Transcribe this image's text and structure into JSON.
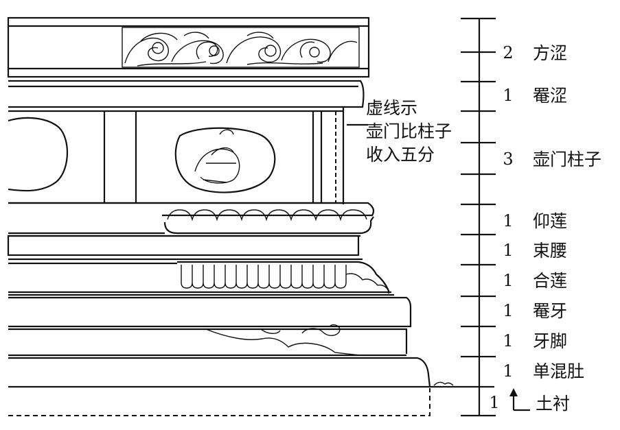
{
  "note_lines": [
    "虚线示",
    "壶门比柱子",
    "收入五分"
  ],
  "scale": [
    {
      "ratio": "2",
      "name": "方涩"
    },
    {
      "ratio": "1",
      "name": "罨涩"
    },
    {
      "ratio": "3",
      "name": "壶门柱子"
    },
    {
      "ratio": "1",
      "name": "仰莲"
    },
    {
      "ratio": "1",
      "name": "束腰"
    },
    {
      "ratio": "1",
      "name": "合莲"
    },
    {
      "ratio": "1",
      "name": "罨牙"
    },
    {
      "ratio": "1",
      "name": "牙脚"
    },
    {
      "ratio": "1",
      "name": "单混肚"
    },
    {
      "ratio": "1",
      "name": "土衬"
    }
  ]
}
